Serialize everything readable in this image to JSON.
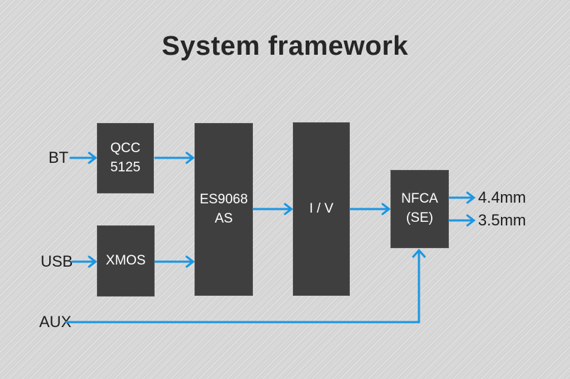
{
  "title": "System framework",
  "colors": {
    "background": "#d8d8d8",
    "block_bg": "#3f3f3f",
    "block_text": "#ffffff",
    "arrow": "#1b96e3",
    "label_text": "#1c1c1c",
    "title_text": "#262626"
  },
  "inputs": {
    "bt": "BT",
    "usb": "USB",
    "aux": "AUX"
  },
  "blocks": {
    "qcc": "QCC\n5125",
    "xmos": "XMOS",
    "dac": "ES9068\nAS",
    "iv": "I / V",
    "amp": "NFCA\n(SE)"
  },
  "outputs": {
    "out1": "4.4mm",
    "out2": "3.5mm"
  }
}
